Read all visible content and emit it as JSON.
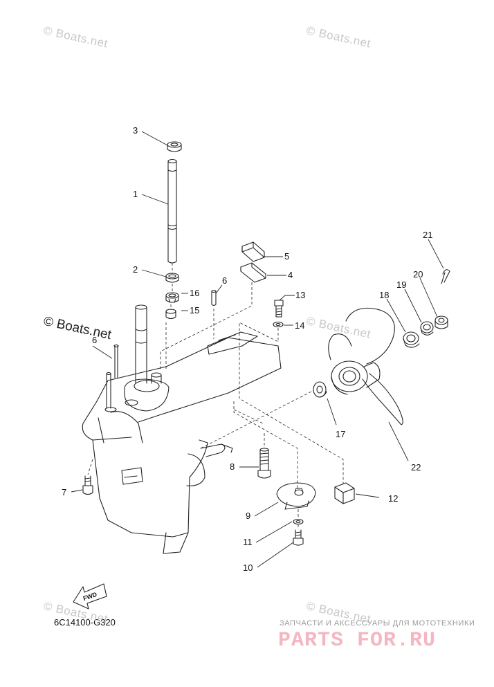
{
  "diagram": {
    "drawing_code": "6C14100-G320",
    "fwd_label": "FWD",
    "callouts": [
      "1",
      "2",
      "3",
      "4",
      "5",
      "6",
      "7",
      "8",
      "9",
      "10",
      "11",
      "12",
      "13",
      "14",
      "15",
      "16",
      "17",
      "18",
      "19",
      "20",
      "21",
      "22",
      "6"
    ],
    "watermarks": {
      "copyright": "© Boats.net",
      "brand_tagline": "ЗАПЧАСТИ И АКСЕССУАРЫ ДЛЯ МОТОТЕХНИКИ",
      "brand_logo": "PARTS FOR.RU"
    }
  }
}
